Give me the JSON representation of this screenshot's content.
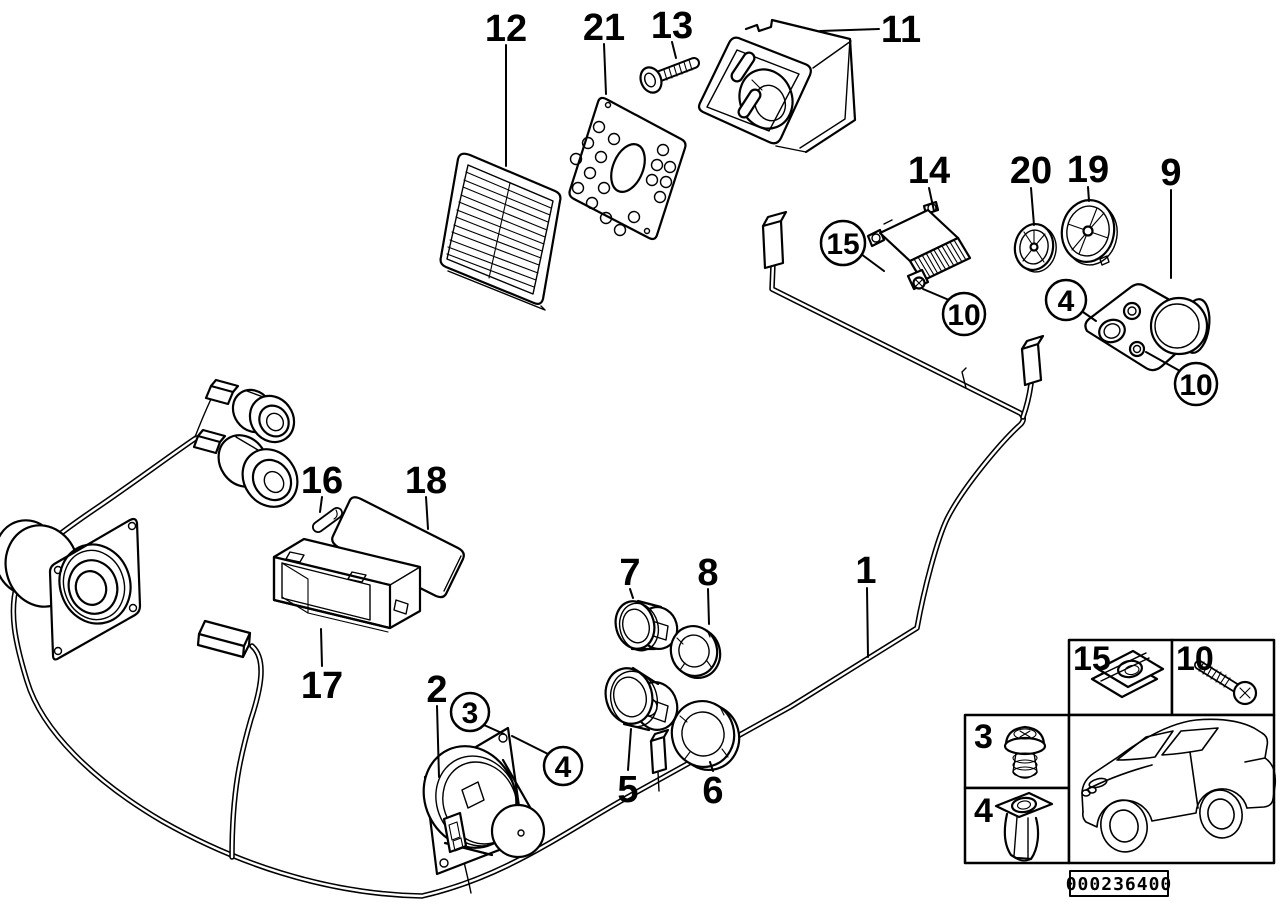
{
  "diagram": {
    "type": "exploded-parts-diagram",
    "subject": "loudspeaker-audio-system-single-parts",
    "background_color": "#ffffff",
    "line_color": "#000000",
    "callouts": [
      {
        "text": "12",
        "style": "plain"
      },
      {
        "text": "21",
        "style": "plain"
      },
      {
        "text": "13",
        "style": "plain"
      },
      {
        "text": "11",
        "style": "plain"
      },
      {
        "text": "14",
        "style": "plain"
      },
      {
        "text": "20",
        "style": "plain"
      },
      {
        "text": "19",
        "style": "plain"
      },
      {
        "text": "9",
        "style": "plain"
      },
      {
        "text": "15",
        "style": "circled"
      },
      {
        "text": "10",
        "style": "circled"
      },
      {
        "text": "4",
        "style": "circled"
      },
      {
        "text": "10",
        "style": "circled"
      },
      {
        "text": "16",
        "style": "plain"
      },
      {
        "text": "18",
        "style": "plain"
      },
      {
        "text": "7",
        "style": "plain"
      },
      {
        "text": "8",
        "style": "plain"
      },
      {
        "text": "1",
        "style": "plain"
      },
      {
        "text": "17",
        "style": "plain"
      },
      {
        "text": "2",
        "style": "plain"
      },
      {
        "text": "3",
        "style": "circled"
      },
      {
        "text": "4",
        "style": "circled"
      },
      {
        "text": "5",
        "style": "plain"
      },
      {
        "text": "6",
        "style": "plain"
      }
    ],
    "legend": {
      "cells": [
        {
          "text": "15",
          "icon": "clip-nut"
        },
        {
          "text": "10",
          "icon": "tapping-screw"
        },
        {
          "text": "3",
          "icon": "screw-rivet"
        },
        {
          "text": "4",
          "icon": "expansion-rivet"
        }
      ],
      "vehicle_thumbnail": "car-silhouette",
      "diagram_number": "000236400"
    }
  }
}
